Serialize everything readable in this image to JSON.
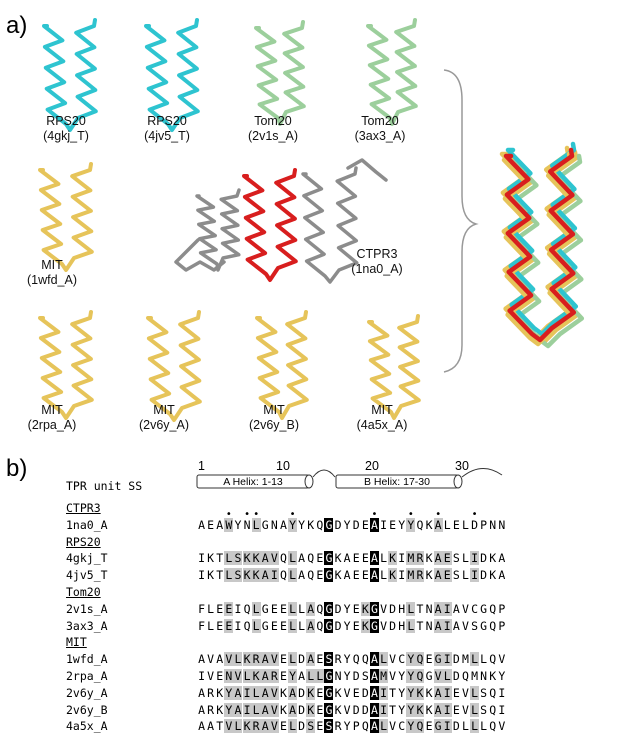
{
  "panel_a": {
    "letter": "a)",
    "structures": [
      {
        "line1": "RPS20",
        "line2": "(4gkj_T)",
        "color": "#2ec4d0"
      },
      {
        "line1": "RPS20",
        "line2": "(4jv5_T)",
        "color": "#2ec4d0"
      },
      {
        "line1": "Tom20",
        "line2": "(2v1s_A)",
        "color": "#9ccf9c"
      },
      {
        "line1": "Tom20",
        "line2": "(3ax3_A)",
        "color": "#9ccf9c"
      },
      {
        "line1": "MIT",
        "line2": "(1wfd_A)",
        "color": "#e6c45a"
      },
      {
        "line1": "CTPR3",
        "line2": "(1na0_A)",
        "color": "#d81e1e"
      },
      {
        "line1": "MIT",
        "line2": "(2rpa_A)",
        "color": "#e6c45a"
      },
      {
        "line1": "MIT",
        "line2": "(2v6y_A)",
        "color": "#e6c45a"
      },
      {
        "line1": "MIT",
        "line2": "(2v6y_B)",
        "color": "#e6c45a"
      },
      {
        "line1": "MIT",
        "line2": "(4a5x_A)",
        "color": "#e6c45a"
      }
    ]
  },
  "panel_b": {
    "letter": "b)",
    "ss_title": "TPR unit SS",
    "ruler": [
      "1",
      "10",
      "20",
      "30"
    ],
    "helix_a": "A Helix: 1-13",
    "helix_b": "B Helix: 17-30",
    "rows": [
      {
        "type": "group",
        "label": "CTPR3"
      },
      {
        "type": "seq",
        "label": "1na0_A",
        "seq": "AEAWYNLGNAYYKQGDYDEAIEYYQKALELDPNN",
        "gray": [
          4,
          7,
          11,
          20,
          24,
          27
        ],
        "black": [
          15,
          20
        ],
        "dots": [
          4,
          6,
          7,
          11,
          20,
          24,
          27,
          31
        ]
      },
      {
        "type": "group",
        "label": "RPS20"
      },
      {
        "type": "seq",
        "label": "4gkj_T",
        "seq": "IKTLSKKAVQLAQEGKAEEALKIMRKAESLIDKA",
        "gray": [
          4,
          5,
          6,
          7,
          8,
          9,
          11,
          20,
          22,
          24,
          25,
          27,
          28,
          31
        ],
        "black": [
          15,
          20
        ]
      },
      {
        "type": "seq",
        "label": "4jv5_T",
        "seq": "IKTLSKKAIQLAQEGKAEEALKIMRKAESLIDKA",
        "gray": [
          4,
          5,
          6,
          7,
          8,
          9,
          11,
          20,
          22,
          24,
          25,
          27,
          28,
          31
        ],
        "black": [
          15,
          20
        ]
      },
      {
        "type": "group",
        "label": "Tom20"
      },
      {
        "type": "seq",
        "label": "2v1s_A",
        "seq": "FLEEIQLGEELLAQGDYEKGVDHLTNAIAVCGQP",
        "gray": [
          4,
          7,
          11,
          13,
          19,
          20,
          24,
          27,
          28
        ],
        "black": [
          15,
          20
        ]
      },
      {
        "type": "seq",
        "label": "3ax3_A",
        "seq": "FLEEIQLGEELLAQGDYEKGVDHLTNAIAVSGQP",
        "gray": [
          4,
          7,
          11,
          13,
          19,
          20,
          24,
          27,
          28
        ],
        "black": [
          15,
          20
        ]
      },
      {
        "type": "group",
        "label": "MIT"
      },
      {
        "type": "seq",
        "label": "1wfd_A",
        "seq": "AVAVLKRAVELDAESRYQQALVCYQEGIDMLLQV",
        "gray": [
          4,
          5,
          6,
          7,
          8,
          9,
          11,
          13,
          21,
          24,
          25,
          27,
          28,
          31
        ],
        "black": [
          15,
          20
        ]
      },
      {
        "type": "seq",
        "label": "2rpa_A",
        "seq": "IVENVLKAREYALLGNYDSAMVYYQGVLDQMNKY",
        "gray": [
          4,
          5,
          6,
          7,
          8,
          9,
          11,
          13,
          14,
          21,
          24,
          25,
          27,
          28
        ],
        "black": [
          15,
          20
        ]
      },
      {
        "type": "seq",
        "label": "2v6y_A",
        "seq": "ARKYAILAVKADKEGKVEDAITYYKKAIEVLSQI",
        "gray": [
          4,
          5,
          6,
          7,
          8,
          9,
          11,
          13,
          21,
          24,
          25,
          27,
          28,
          31
        ],
        "black": [
          15,
          20
        ]
      },
      {
        "type": "seq",
        "label": "2v6y_B",
        "seq": "ARKYAILAVKADKEGKVDDAITYYKKAIEVLSQI",
        "gray": [
          4,
          5,
          6,
          7,
          8,
          9,
          11,
          13,
          21,
          24,
          25,
          27,
          28,
          31
        ],
        "black": [
          15,
          20
        ]
      },
      {
        "type": "seq",
        "label": "4a5x_A",
        "seq": "AATVLKRAVELDSESRYPQALVCYQEGIDLLLQV",
        "gray": [
          4,
          5,
          6,
          7,
          8,
          9,
          11,
          13,
          21,
          24,
          25,
          27,
          28,
          31
        ],
        "black": [
          15,
          20
        ]
      }
    ]
  }
}
